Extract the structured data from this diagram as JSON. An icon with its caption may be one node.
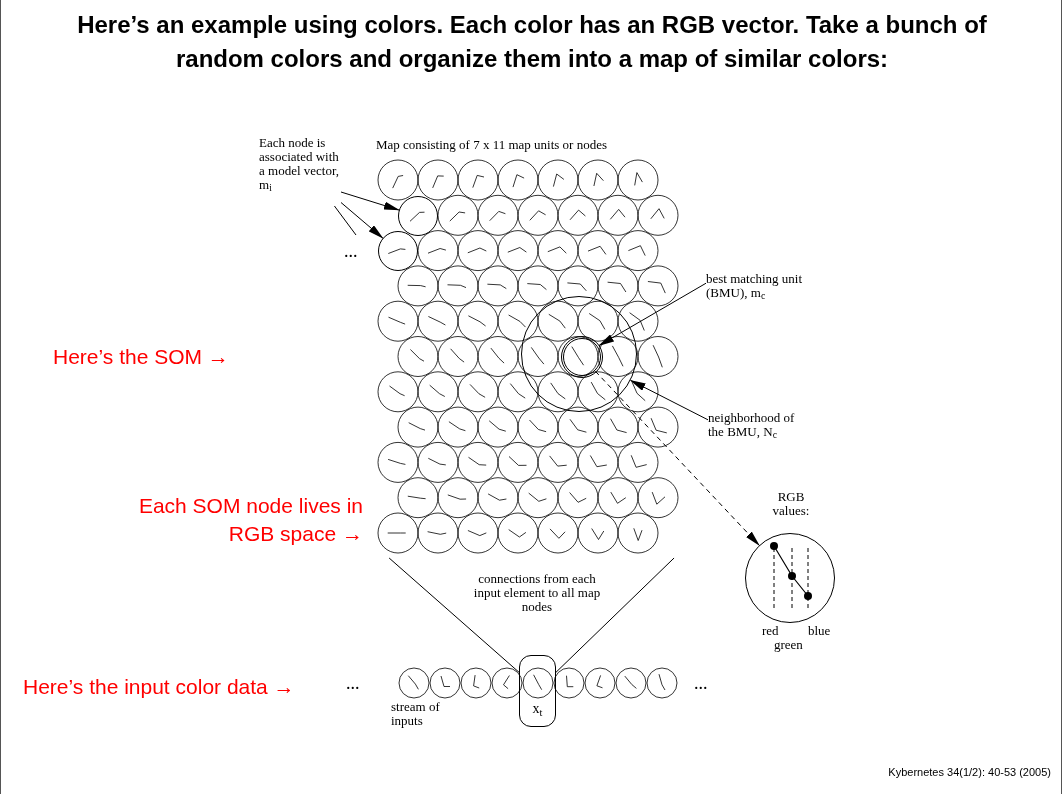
{
  "diagram": {
    "title": "Here’s an example using colors.  Each color has an RGB vector. Take a bunch of random colors and organize them into a map of similar colors:",
    "nodes": [
      {
        "text": [
          "Each node is associated with a model vector, m$_{i}$"
        ]
      },
      {
        "text": [],
        "shape": "circle",
        "in": 7
      },
      {
        "text": [],
        "shape": "circle",
        "in": 7
      },
      {
        "text": [
          "best matching unit (BMU), m$_{c}$"
        ]
      },
      {
        "text": [],
        "shape": "circle",
        "in": 6
      },
      {
        "text": [
          "neighborhood of the BMU, N$_{c}$"
        ]
      },
      {
        "text": [],
        "shape": "circle",
        "in": 7
      },
      {
        "text": [
          "Map consisting of 7 x 11 map units or nodes"
        ]
      },
      {
        "text": [
          "RGB values:"
        ],
        "beside": [
          "red",
          "blue",
          "green"
        ]
      },
      {
        "text": [
          "x$_{t}$"
        ]
      }
    ],
    "edges": [
      {
        "from": 0,
        "to": 1,
        "arrow": "to"
      },
      {
        "from": 0,
        "to": 2,
        "arrow": "to"
      },
      {
        "from": 0,
        "to": null,
        "arrow": "none"
      },
      {
        "from": 3,
        "to": 4,
        "arrow": "to"
      },
      {
        "from": 5,
        "to": 6,
        "arrow": "to"
      },
      {
        "from": 4,
        "to": 8,
        "arrow": "to",
        "style": "dashed"
      },
      {
        "from": 9,
        "to": 7,
        "arrow": "none"
      },
      {
        "from": 9,
        "to": 7,
        "arrow": "none"
      }
    ],
    "labels": [
      "...",
      "Here’s the SOM →",
      "Each SOM node lives in RGB space →",
      "connections from each input element to all map nodes",
      "Here’s the input color data →",
      "...",
      "...",
      "stream of inputs",
      "Kybernetes 34(1/2): 40-53 (2005)"
    ]
  }
}
